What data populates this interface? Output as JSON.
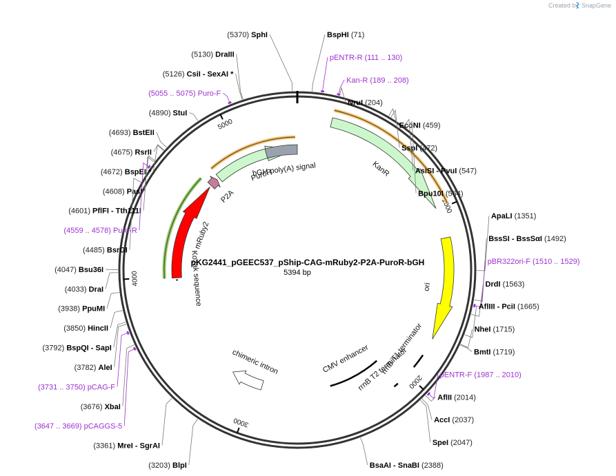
{
  "watermark": {
    "prefix": "Created by",
    "brand": "SnapGene"
  },
  "plasmid": {
    "name": "pKG2441_pGEEC537_pShip-CAG-mRuby2-P2A-PuroR-bGH",
    "size_label": "5394 bp",
    "length": 5394
  },
  "ticks": [
    {
      "pos": 1000,
      "label": "1000"
    },
    {
      "pos": 2000,
      "label": "2000"
    },
    {
      "pos": 3000,
      "label": "3000"
    },
    {
      "pos": 4000,
      "label": "4000"
    },
    {
      "pos": 5000,
      "label": "5000"
    }
  ],
  "features": [
    {
      "name": "KanR",
      "label": "KanR",
      "start": 195,
      "end": 990,
      "dir": 1,
      "ring": 1,
      "color": "#ccf7cc"
    },
    {
      "name": "ori",
      "label": "ori",
      "start": 1165,
      "end": 1755,
      "dir": 1,
      "ring": 1,
      "color": "#ffff00"
    },
    {
      "name": "rrnB T1 terminator",
      "label": "rrnB T1 terminator",
      "start": 1860,
      "end": 1946,
      "dir": 0,
      "ring": 1,
      "color": "#ffffff"
    },
    {
      "name": "rrnB T2 terminator",
      "label": "rrnB T2 terminator",
      "start": 2075,
      "end": 2102,
      "dir": 0,
      "ring": 1,
      "color": "#ffffff"
    },
    {
      "name": "CMV enhancer",
      "label": "CMV enhancer",
      "start": 2080,
      "end": 2460,
      "dir": 0,
      "ring": 2,
      "color": "#ffffff"
    },
    {
      "name": "chimeric intron",
      "label": "chimeric intron",
      "start": 2950,
      "end": 3180,
      "dir": 1,
      "ring": 2,
      "color": "#ffffff"
    },
    {
      "name": "Kozak sequence",
      "label": "Kozak sequence",
      "start": 3970,
      "end": 3979,
      "dir": 0,
      "ring": 2,
      "color": "#ffffff"
    },
    {
      "name": "mRuby2",
      "label": "mRuby2",
      "start": 3990,
      "end": 4700,
      "dir": 1,
      "ring": 2,
      "color": "#ff0000"
    },
    {
      "name": "P2A",
      "label": "P2A",
      "start": 4712,
      "end": 4772,
      "dir": 1,
      "ring": 2,
      "color": "#c97c9a"
    },
    {
      "name": "PuroR",
      "label": "PuroR",
      "start": 4790,
      "end": 5380,
      "dir": 1,
      "ring": 2,
      "color": "#ccf7cc"
    },
    {
      "name": "bGH poly(A) signal",
      "label": "bGH poly(A) signal",
      "start": 5170,
      "end": 5394,
      "dir": 0,
      "ring": 2,
      "color": "#9aa3ad"
    }
  ],
  "sites": [
    {
      "pos": 5370,
      "pos_label": "(5370)",
      "name": "SphI",
      "extra": "",
      "side": "L",
      "anchor": 5370,
      "row": 0
    },
    {
      "pos": 71,
      "pos_label": "(71)",
      "name": "BspHI",
      "extra": "",
      "side": "R",
      "anchor": 71,
      "row": 0
    },
    {
      "pos": 111,
      "pos_label": "(111 .. 130)",
      "name": "pENTR-R",
      "extra": "",
      "side": "R",
      "anchor": 120,
      "row": 1,
      "primer": true
    },
    {
      "pos": 204,
      "pos_label": "(204)",
      "name": "NruI",
      "extra": "",
      "side": "R",
      "anchor": 204,
      "row": 2
    },
    {
      "pos": 189,
      "pos_label": "(189 .. 208)",
      "name": "Kan-R",
      "extra": "",
      "side": "R",
      "anchor": 198,
      "row": 3,
      "primer": true
    },
    {
      "pos": 459,
      "pos_label": "(459)",
      "name": "EcoNI",
      "extra": "",
      "side": "R",
      "anchor": 459,
      "row": 4
    },
    {
      "pos": 472,
      "pos_label": "(472)",
      "name": "SspI",
      "extra": "",
      "side": "R",
      "anchor": 472,
      "row": 5
    },
    {
      "pos": 547,
      "pos_label": "(547)",
      "name": "AsiSI",
      "extra": "- PvuI",
      "side": "R",
      "anchor": 547,
      "row": 6
    },
    {
      "pos": 564,
      "pos_label": "(564)",
      "name": "Bpu10I",
      "extra": "",
      "side": "R",
      "anchor": 564,
      "row": 7
    },
    {
      "pos": 1351,
      "pos_label": "(1351)",
      "name": "ApaLI",
      "extra": "",
      "side": "R",
      "anchor": 1351,
      "row": 8
    },
    {
      "pos": 1492,
      "pos_label": "(1492)",
      "name": "BssSI",
      "extra": "- BssSαI",
      "side": "R",
      "anchor": 1492,
      "row": 9
    },
    {
      "pos": 1510,
      "pos_label": "(1510 .. 1529)",
      "name": "pBR322ori-F",
      "extra": "",
      "side": "R",
      "anchor": 1519,
      "row": 10,
      "primer": true
    },
    {
      "pos": 1563,
      "pos_label": "(1563)",
      "name": "DrdI",
      "extra": "",
      "side": "R",
      "anchor": 1563,
      "row": 11
    },
    {
      "pos": 1665,
      "pos_label": "(1665)",
      "name": "AflIII",
      "extra": "- PciI",
      "side": "R",
      "anchor": 1665,
      "row": 12
    },
    {
      "pos": 1715,
      "pos_label": "(1715)",
      "name": "NheI",
      "extra": "",
      "side": "R",
      "anchor": 1715,
      "row": 13
    },
    {
      "pos": 1719,
      "pos_label": "(1719)",
      "name": "BmtI",
      "extra": "",
      "side": "R",
      "anchor": 1719,
      "row": 14
    },
    {
      "pos": 1987,
      "pos_label": "(1987 .. 2010)",
      "name": "pENTR-F",
      "extra": "",
      "side": "R",
      "anchor": 1998,
      "row": 15,
      "primer": true
    },
    {
      "pos": 2014,
      "pos_label": "(2014)",
      "name": "AflII",
      "extra": "",
      "side": "R",
      "anchor": 2014,
      "row": 16
    },
    {
      "pos": 2037,
      "pos_label": "(2037)",
      "name": "AccI",
      "extra": "",
      "side": "R",
      "anchor": 2037,
      "row": 17
    },
    {
      "pos": 2047,
      "pos_label": "(2047)",
      "name": "SpeI",
      "extra": "",
      "side": "R",
      "anchor": 2047,
      "row": 18
    },
    {
      "pos": 2388,
      "pos_label": "(2388)",
      "name": "BsaAI",
      "extra": "- SnaBI",
      "side": "R",
      "anchor": 2388,
      "row": 19
    },
    {
      "pos": 3203,
      "pos_label": "(3203)",
      "name": "BlpI",
      "extra": "",
      "side": "L",
      "anchor": 3203,
      "row": 20
    },
    {
      "pos": 3361,
      "pos_label": "(3361)",
      "name": "MreI",
      "extra": "- SgrAI",
      "side": "L",
      "anchor": 3361,
      "row": 21
    },
    {
      "pos": 3647,
      "pos_label": "(3647 .. 3669)",
      "name": "pCAGGS-5",
      "extra": "",
      "side": "L",
      "anchor": 3658,
      "row": 22,
      "primer": true
    },
    {
      "pos": 3676,
      "pos_label": "(3676)",
      "name": "XbaI",
      "extra": "",
      "side": "L",
      "anchor": 3676,
      "row": 23
    },
    {
      "pos": 3731,
      "pos_label": "(3731 .. 3750)",
      "name": "pCAG-F",
      "extra": "",
      "side": "L",
      "anchor": 3740,
      "row": 24,
      "primer": true
    },
    {
      "pos": 3782,
      "pos_label": "(3782)",
      "name": "AleI",
      "extra": "",
      "side": "L",
      "anchor": 3782,
      "row": 25
    },
    {
      "pos": 3792,
      "pos_label": "(3792)",
      "name": "BspQI",
      "extra": "- SapI",
      "side": "L",
      "anchor": 3792,
      "row": 26
    },
    {
      "pos": 3850,
      "pos_label": "(3850)",
      "name": "HincII",
      "extra": "",
      "side": "L",
      "anchor": 3850,
      "row": 27
    },
    {
      "pos": 3938,
      "pos_label": "(3938)",
      "name": "PpuMI",
      "extra": "",
      "side": "L",
      "anchor": 3938,
      "row": 28
    },
    {
      "pos": 4033,
      "pos_label": "(4033)",
      "name": "DraI",
      "extra": "",
      "side": "L",
      "anchor": 4033,
      "row": 29
    },
    {
      "pos": 4047,
      "pos_label": "(4047)",
      "name": "Bsu36I",
      "extra": "",
      "side": "L",
      "anchor": 4047,
      "row": 30
    },
    {
      "pos": 4485,
      "pos_label": "(4485)",
      "name": "BsrGI",
      "extra": "",
      "side": "L",
      "anchor": 4485,
      "row": 31
    },
    {
      "pos": 4559,
      "pos_label": "(4559 .. 4578)",
      "name": "Puro-R",
      "extra": "",
      "side": "L",
      "anchor": 4568,
      "row": 32,
      "primer": true
    },
    {
      "pos": 4601,
      "pos_label": "(4601)",
      "name": "PflFI",
      "extra": "- Tth111I",
      "side": "L",
      "anchor": 4601,
      "row": 33
    },
    {
      "pos": 4608,
      "pos_label": "(4608)",
      "name": "PasI",
      "extra": "",
      "side": "L",
      "anchor": 4608,
      "row": 34
    },
    {
      "pos": 4672,
      "pos_label": "(4672)",
      "name": "BspEI *",
      "extra": "",
      "side": "L",
      "anchor": 4672,
      "row": 35
    },
    {
      "pos": 4675,
      "pos_label": "(4675)",
      "name": "RsrII",
      "extra": "",
      "side": "L",
      "anchor": 4675,
      "row": 36
    },
    {
      "pos": 4693,
      "pos_label": "(4693)",
      "name": "BstEII",
      "extra": "",
      "side": "L",
      "anchor": 4693,
      "row": 37
    },
    {
      "pos": 4890,
      "pos_label": "(4890)",
      "name": "StuI",
      "extra": "",
      "side": "L",
      "anchor": 4890,
      "row": 38
    },
    {
      "pos": 5055,
      "pos_label": "(5055 .. 5075)",
      "name": "Puro-F",
      "extra": "",
      "side": "L",
      "anchor": 5065,
      "row": 39,
      "primer": true
    },
    {
      "pos": 5126,
      "pos_label": "(5126)",
      "name": "CsiI",
      "extra": "- SexAI *",
      "side": "L",
      "anchor": 5126,
      "row": 40
    },
    {
      "pos": 5130,
      "pos_label": "(5130)",
      "name": "DraIII",
      "extra": "",
      "side": "L",
      "anchor": 5130,
      "row": 41
    }
  ]
}
